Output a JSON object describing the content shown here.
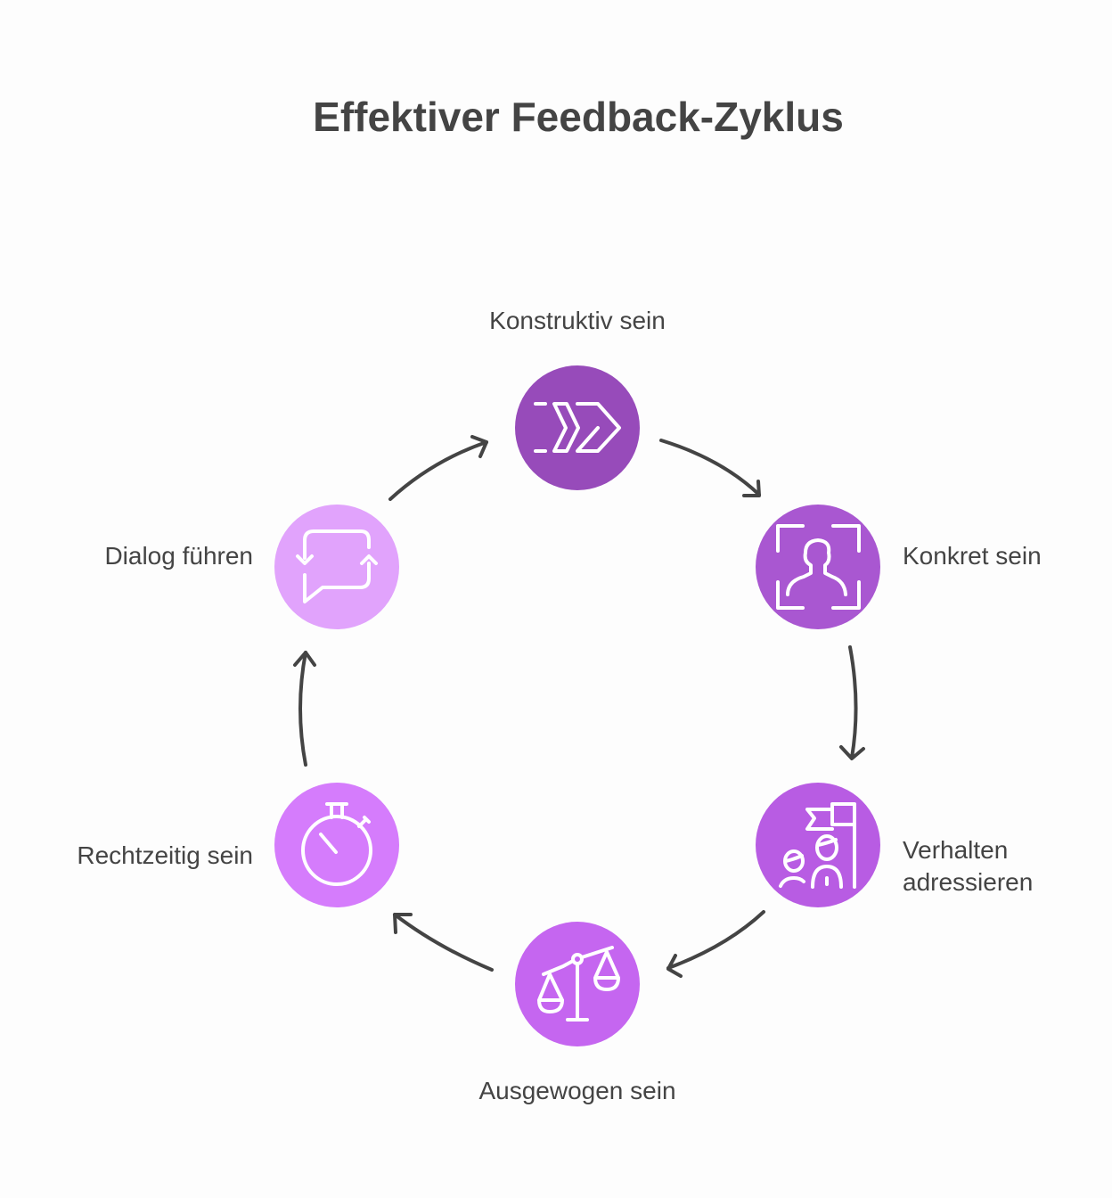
{
  "title": "Effektiver Feedback-Zyklus",
  "steps": [
    {
      "label": "Konstruktiv sein",
      "icon": "double-chevron-right-icon",
      "color": "#974bba"
    },
    {
      "label": "Konkret sein",
      "icon": "person-focus-icon",
      "color": "#a957d1"
    },
    {
      "label_line1": "Verhalten",
      "label_line2": "adressieren",
      "icon": "people-flag-icon",
      "color": "#b85ce3"
    },
    {
      "label": "Ausgewogen sein",
      "icon": "balance-scale-icon",
      "color": "#c566f0"
    },
    {
      "label": "Rechtzeitig sein",
      "icon": "stopwatch-icon",
      "color": "#d57cfc"
    },
    {
      "label": "Dialog führen",
      "icon": "chat-refresh-icon",
      "color": "#e1a3fc"
    }
  ]
}
